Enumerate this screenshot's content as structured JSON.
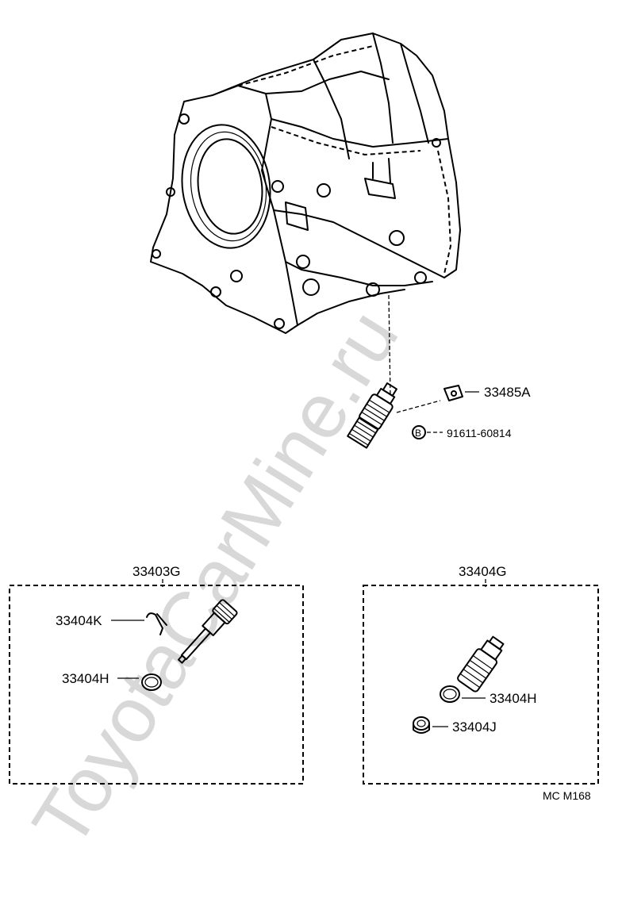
{
  "watermark": "ToyotaCarMine.ru",
  "labels": {
    "p33485A": "33485A",
    "p91611": "91611-60814",
    "bolt_mark": "B",
    "kit_left": "33403G",
    "p33404K": "33404K",
    "p33404H_left": "33404H",
    "kit_right": "33404G",
    "p33404H_right": "33404H",
    "p33404J": "33404J",
    "code": "MC M168"
  }
}
